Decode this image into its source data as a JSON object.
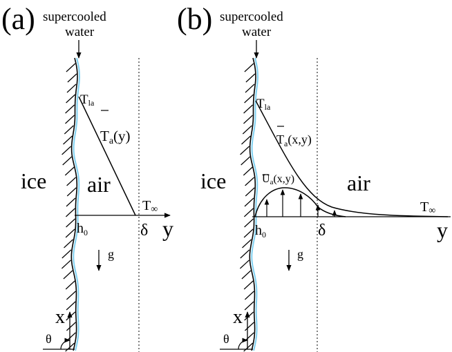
{
  "panel_a": {
    "label": "(a)",
    "supercooled_line1": "supercooled",
    "supercooled_line2": "water",
    "t_la_main": "T",
    "t_la_sub": "la",
    "ta_profile_main": "T",
    "ta_profile_sub": "a",
    "ta_profile_args": "(y)",
    "ice": "ice",
    "air": "air",
    "t_inf_main": "T",
    "t_inf_sub": "∞",
    "h0_main": "h",
    "h0_sub": "0",
    "delta": "δ",
    "y_axis": "y",
    "g": "g",
    "x_axis": "x",
    "theta": "θ"
  },
  "panel_b": {
    "label": "(b)",
    "supercooled_line1": "supercooled",
    "supercooled_line2": "water",
    "t_la_main": "T",
    "t_la_sub": "la",
    "ta_profile_main": "T",
    "ta_profile_sub": "a",
    "ta_profile_args": "(x,y)",
    "ua_profile_main": "U",
    "ua_profile_sub": "a",
    "ua_profile_args": "(x,y)",
    "ice": "ice",
    "air": "air",
    "t_inf_main": "T",
    "t_inf_sub": "∞",
    "h0_main": "h",
    "h0_sub": "0",
    "delta": "δ",
    "y_axis": "y",
    "g": "g",
    "x_axis": "x",
    "theta": "θ"
  },
  "colors": {
    "ink": "#000000",
    "water_film": "#7fd0f0"
  }
}
